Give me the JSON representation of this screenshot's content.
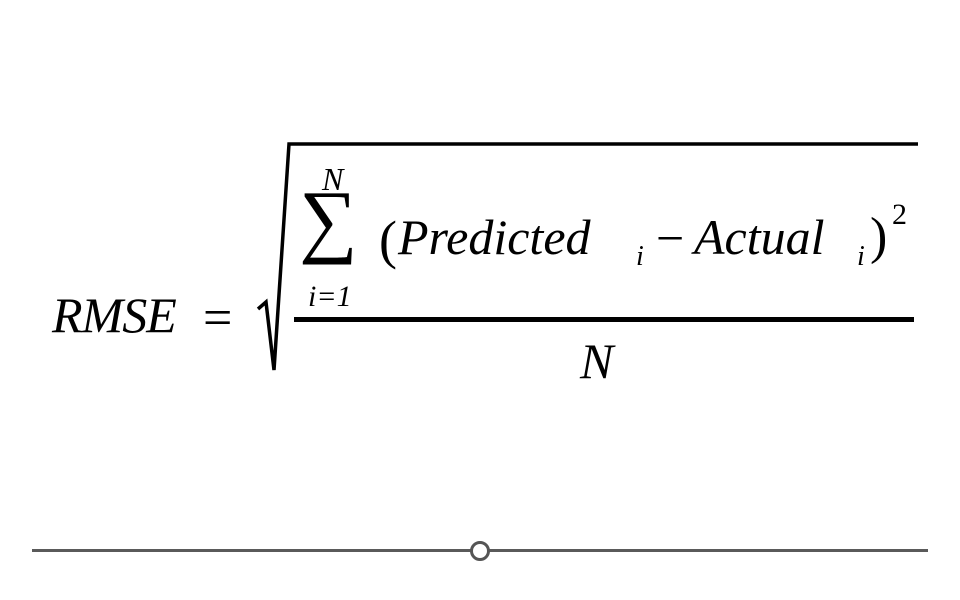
{
  "formula": {
    "lhs": "RMSE",
    "equals": "=",
    "sum_symbol": "∑",
    "sum_upper": "N",
    "sum_lower": "i=1",
    "open_paren": "(",
    "predicted": "Predicted",
    "predicted_sub": "i",
    "minus": "−",
    "actual": "Actual",
    "actual_sub": "i",
    "close_paren": ")",
    "power": "2",
    "denominator": "N"
  },
  "slider": {
    "position": 0.5,
    "track_color": "#5a5a5a",
    "thumb_color": "#555555"
  }
}
